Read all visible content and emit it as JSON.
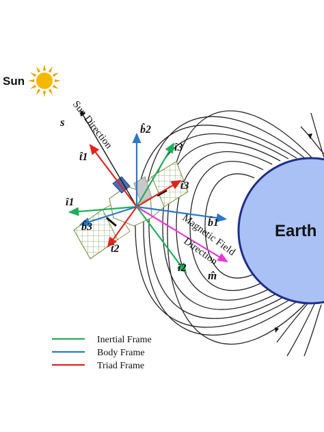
{
  "sun": {
    "label": "Sun",
    "fill": "#f5b800",
    "ray": "#e8a400"
  },
  "earth": {
    "label": "Earth",
    "fill": "#a9c1f4",
    "stroke": "#1f2d8a"
  },
  "colors": {
    "inertial": "#1fae5a",
    "body": "#2a78c6",
    "triad": "#e0241f",
    "magnetic": "#e53ad2",
    "field_lines": "#222222",
    "panel": "#7f9955"
  },
  "annotations": {
    "sun_direction": "Sun Direction",
    "magnetic_line1": "Magnetic Field",
    "magnetic_line2": "Direction"
  },
  "vectors": {
    "s": "s",
    "t1": "t̂1",
    "b2": "b̂2",
    "i3": "î3",
    "b1": "b̂1",
    "t3": "t̂3",
    "i1": "î1",
    "i2": "î2",
    "b3": "b̂3",
    "m": "m̂",
    "t2": "t̂2"
  },
  "legend": [
    {
      "label": "Inertial Frame",
      "color": "#1fae5a"
    },
    {
      "label": "Body Frame",
      "color": "#2a78c6"
    },
    {
      "label": "Triad Frame",
      "color": "#e0241f"
    }
  ]
}
